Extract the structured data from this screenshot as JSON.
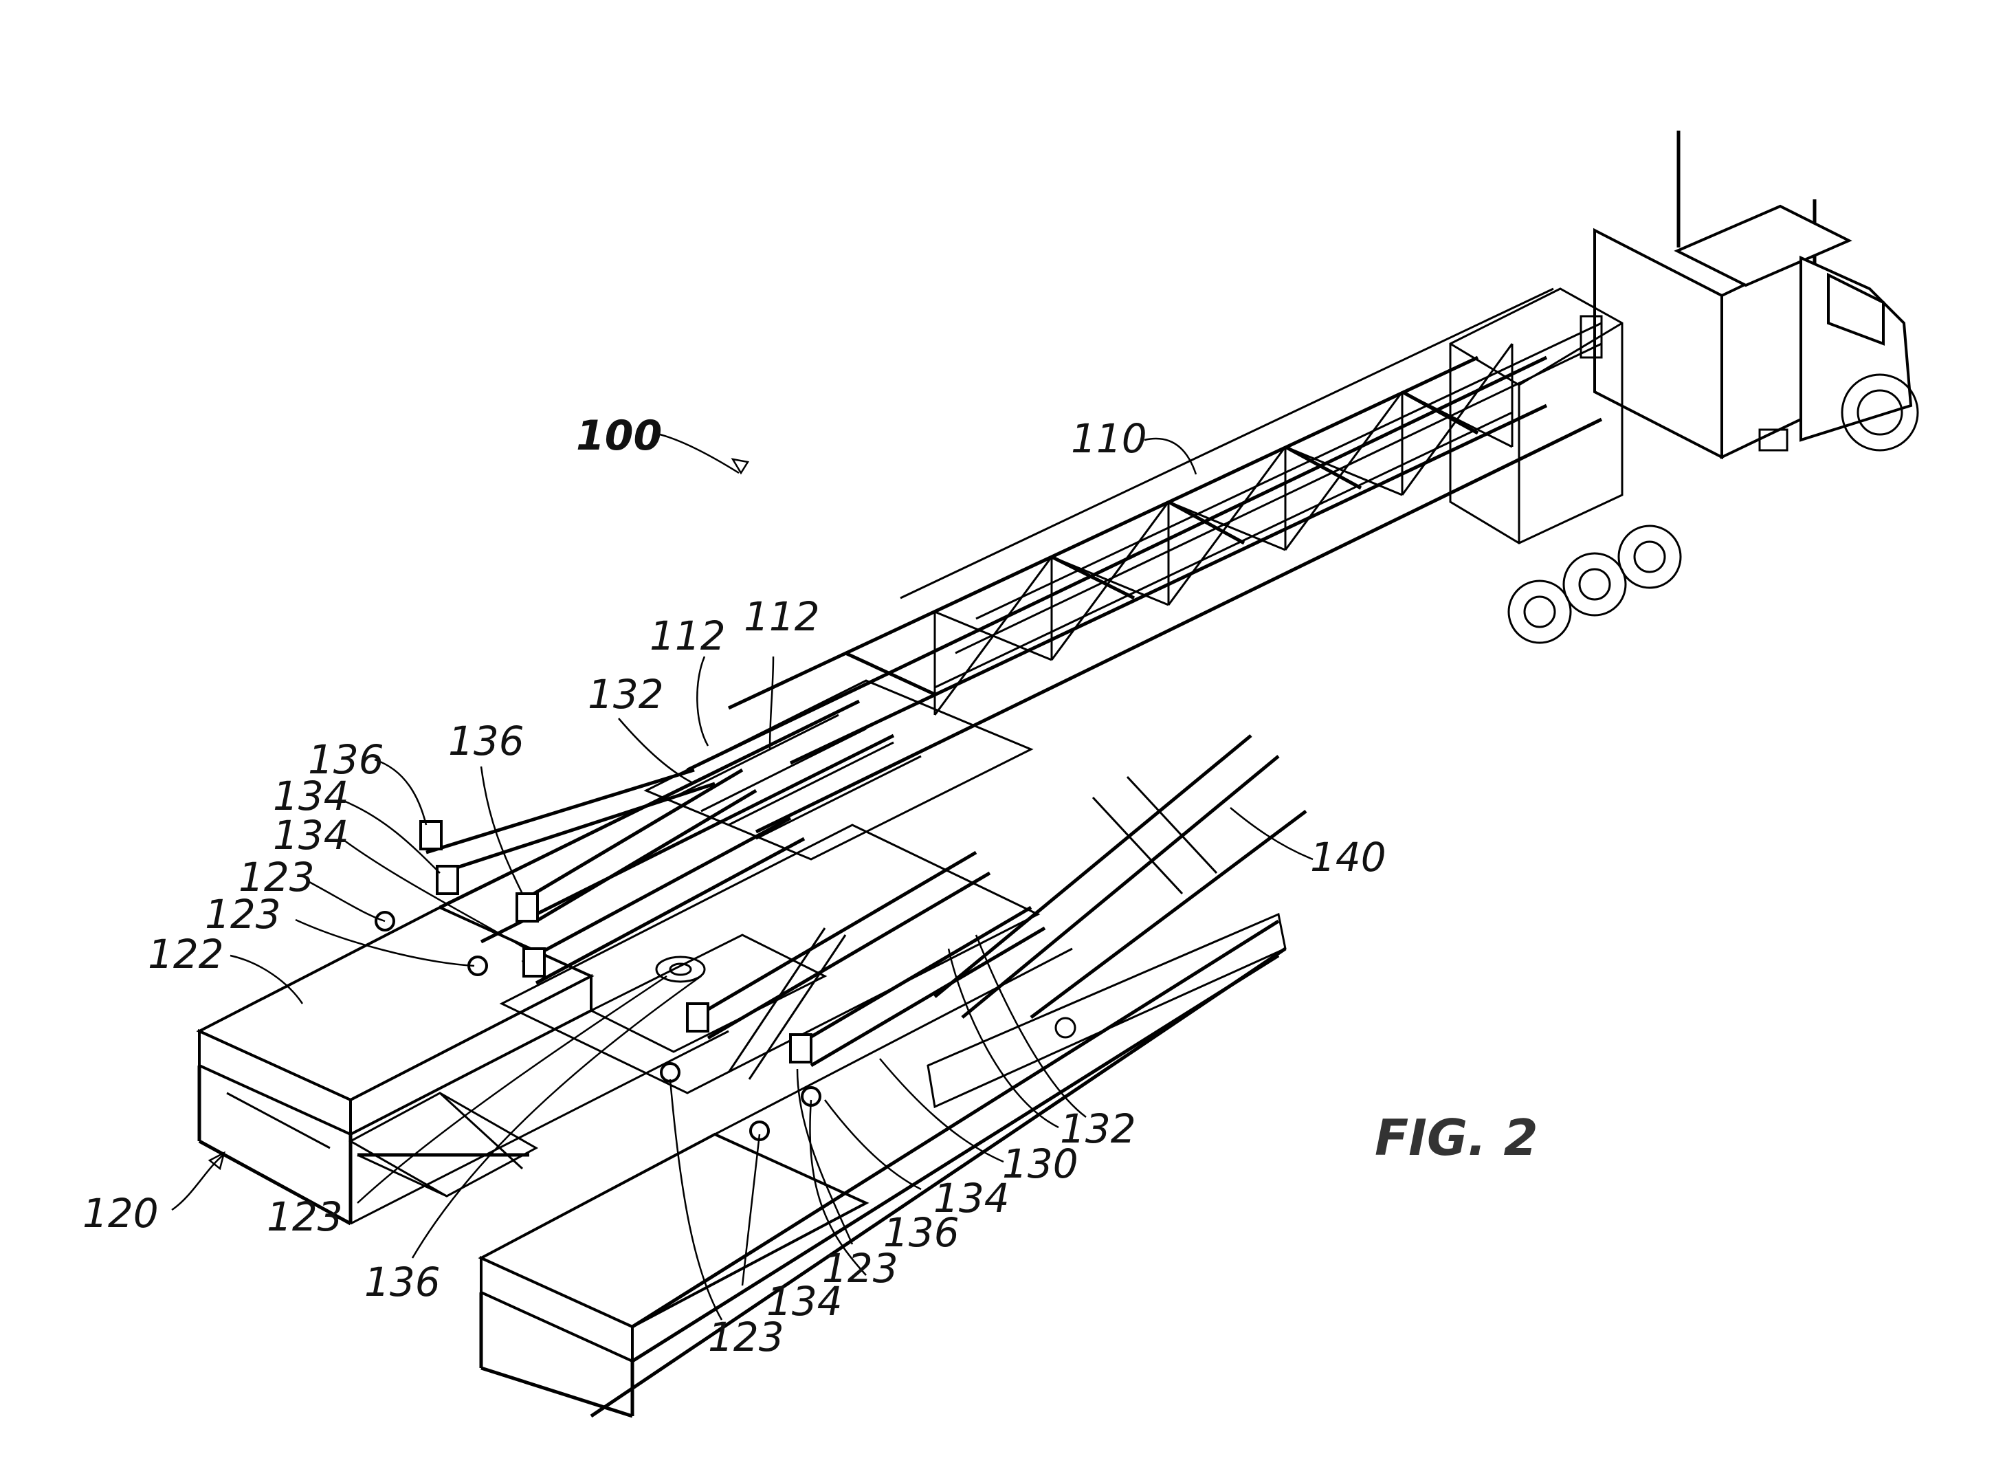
{
  "figure_label": "FIG. 2",
  "reference_numerals": {
    "rig_assembly": "100",
    "mast": "110",
    "mast_connector_left": "112",
    "mast_connector_right": "112",
    "base": "120",
    "base_plate": "122",
    "connector_a": "123",
    "connector_b": "123",
    "connector_c": "123",
    "connector_d": "123",
    "connector_e": "123",
    "floor": "130",
    "floor_connector_upper": "132",
    "floor_connector_lower": "132",
    "brace_end_a": "134",
    "brace_end_b": "134",
    "brace_end_c": "134",
    "brace_end_d": "134",
    "brace_a": "136",
    "brace_b": "136",
    "brace_c": "136",
    "brace_d": "136",
    "structure_140": "140"
  }
}
